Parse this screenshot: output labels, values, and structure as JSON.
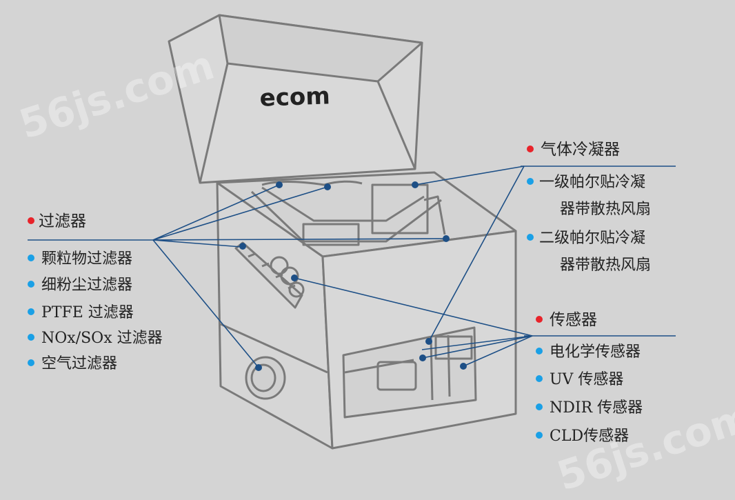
{
  "colors": {
    "header_dot": "#e8232a",
    "item_dot": "#1aa0e6",
    "leader": "#1d4f86",
    "outline": "#7a7a7a",
    "panel": "#d7d7d7"
  },
  "device": {
    "logo": "ecom"
  },
  "watermark": "56js.com",
  "groups": {
    "filter": {
      "title": "过滤器",
      "items": [
        "颗粒物过滤器",
        "细粉尘过滤器",
        "PTFE 过滤器",
        "NOx/SOx 过滤器",
        "空气过滤器"
      ]
    },
    "cooler": {
      "title": "气体冷凝器",
      "items": [
        {
          "line1": "一级帕尔贴冷凝",
          "line2": "器带散热风扇"
        },
        {
          "line1": "二级帕尔贴冷凝",
          "line2": "器带散热风扇"
        }
      ]
    },
    "sensor": {
      "title": "传感器",
      "items": [
        "电化学传感器",
        "UV 传感器",
        "NDIR 传感器",
        "CLD传感器"
      ]
    }
  }
}
